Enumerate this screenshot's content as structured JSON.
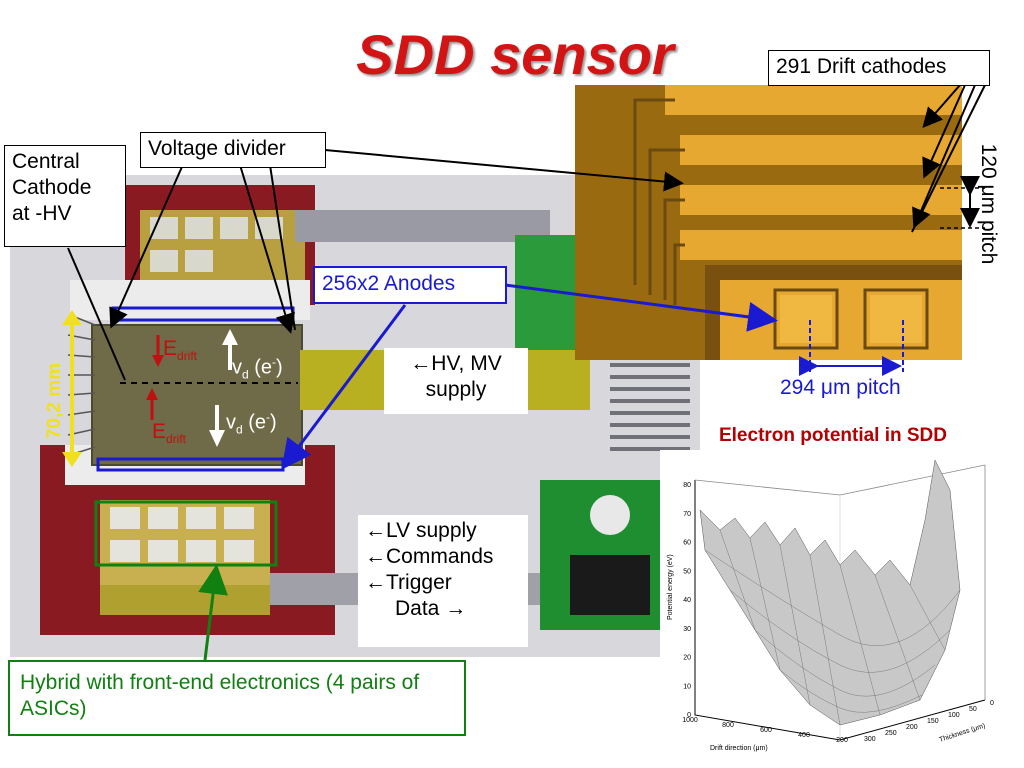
{
  "title": "SDD sensor",
  "labels": {
    "central_cathode": [
      "Central",
      "Cathode",
      "at -HV"
    ],
    "voltage_divider": "Voltage divider",
    "drift_cathodes": "291 Drift cathodes",
    "pitch_120": "120 μm pitch",
    "anodes": "256x2 Anodes",
    "pitch_294": "294 μm pitch",
    "hv_supply": [
      "←HV, MV",
      "supply"
    ],
    "lv_lines": [
      "←LV supply",
      "←Commands",
      "←Trigger",
      "Data →"
    ],
    "hybrid": "Hybrid with front-end electronics (4 pairs of ASICs)",
    "length": "70,2 mm",
    "e_drift_top": {
      "main": "E",
      "sub": "drift"
    },
    "e_drift_bottom": {
      "main": "E",
      "sub": "drift"
    },
    "vd_top": {
      "v": "v",
      "sub": "d",
      "rest": " (e",
      "sup": "-",
      "close": ")"
    },
    "vd_bottom": {
      "v": "v",
      "sub": "d",
      "rest": " (e",
      "sup": "-",
      "close": ")"
    }
  },
  "plot": {
    "title": "Electron potential in SDD",
    "ylabel": "Potential energy (eV)",
    "xlabel": "Drift direction (μm)",
    "zlabel": "Thickness (μm)",
    "y_ticks": [
      "0",
      "10",
      "20",
      "30",
      "40",
      "50",
      "60",
      "70",
      "80"
    ],
    "x_ticks": [
      "1000",
      "800",
      "600",
      "400",
      "200"
    ],
    "z_ticks": [
      "0",
      "50",
      "100",
      "150",
      "200",
      "250",
      "300"
    ]
  },
  "colors": {
    "title": "#d21414",
    "blue": "#1a1ad0",
    "green": "#108010",
    "yellow": "#f0e020",
    "red_arrow": "#c01010"
  }
}
